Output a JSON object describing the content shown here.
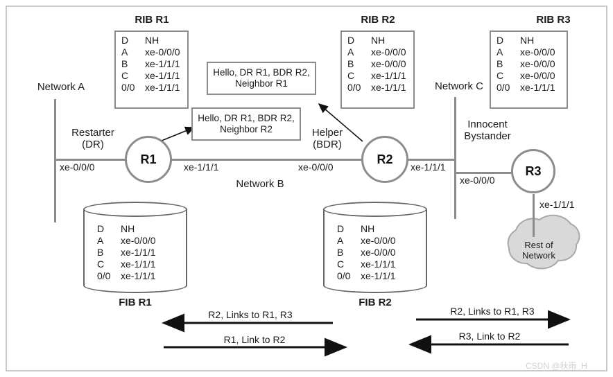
{
  "diagram": {
    "title": "OSPF Graceful Restart topology with RIB/FIB tables",
    "watermark": "CSDN @秋雨_H",
    "colors": {
      "line": "#8c8c8c",
      "box_border": "#8c8c8c",
      "arrow": "#111111",
      "cloud_fill": "#d9d9d9",
      "frame": "#c9c9c9",
      "text": "#1a1a1a"
    }
  },
  "rib_tables": [
    {
      "title": "RIB R1",
      "header": {
        "d": "D",
        "nh": "NH"
      },
      "rows": [
        {
          "d": "A",
          "nh": "xe-0/0/0"
        },
        {
          "d": "B",
          "nh": "xe-1/1/1"
        },
        {
          "d": "C",
          "nh": "xe-1/1/1"
        },
        {
          "d": "0/0",
          "nh": "xe-1/1/1"
        }
      ]
    },
    {
      "title": "RIB R2",
      "header": {
        "d": "D",
        "nh": "NH"
      },
      "rows": [
        {
          "d": "A",
          "nh": "xe-0/0/0"
        },
        {
          "d": "B",
          "nh": "xe-0/0/0"
        },
        {
          "d": "C",
          "nh": "xe-1/1/1"
        },
        {
          "d": "0/0",
          "nh": "xe-1/1/1"
        }
      ]
    },
    {
      "title": "RIB R3",
      "header": {
        "d": "D",
        "nh": "NH"
      },
      "rows": [
        {
          "d": "A",
          "nh": "xe-0/0/0"
        },
        {
          "d": "B",
          "nh": "xe-0/0/0"
        },
        {
          "d": "C",
          "nh": "xe-0/0/0"
        },
        {
          "d": "0/0",
          "nh": "xe-1/1/1"
        }
      ]
    }
  ],
  "fib_tables": [
    {
      "title": "FIB R1",
      "header": {
        "d": "D",
        "nh": "NH"
      },
      "rows": [
        {
          "d": "A",
          "nh": "xe-0/0/0"
        },
        {
          "d": "B",
          "nh": "xe-1/1/1"
        },
        {
          "d": "C",
          "nh": "xe-1/1/1"
        },
        {
          "d": "0/0",
          "nh": "xe-1/1/1"
        }
      ]
    },
    {
      "title": "FIB R2",
      "header": {
        "d": "D",
        "nh": "NH"
      },
      "rows": [
        {
          "d": "A",
          "nh": "xe-0/0/0"
        },
        {
          "d": "B",
          "nh": "xe-0/0/0"
        },
        {
          "d": "C",
          "nh": "xe-1/1/1"
        },
        {
          "d": "0/0",
          "nh": "xe-1/1/1"
        }
      ]
    }
  ],
  "messages": [
    {
      "line1": "Hello, DR R1, BDR R2,",
      "line2": "Neighbor R1"
    },
    {
      "line1": "Hello, DR R1, BDR R2,",
      "line2": "Neighbor R2"
    }
  ],
  "routers": [
    {
      "name": "R1",
      "role_line1": "Restarter",
      "role_line2": "(DR)"
    },
    {
      "name": "R2",
      "role_line1": "Helper",
      "role_line2": "(BDR)"
    },
    {
      "name": "R3",
      "role_line1": "Innocent",
      "role_line2": "Bystander"
    }
  ],
  "networks": [
    {
      "label": "Network A"
    },
    {
      "label": "Network B"
    },
    {
      "label": "Network C"
    }
  ],
  "interfaces": {
    "r1_left": "xe-0/0/0",
    "r1_right": "xe-1/1/1",
    "r2_left": "xe-0/0/0",
    "r2_right": "xe-1/1/1",
    "r3_left": "xe-0/0/0",
    "r3_down": "xe-1/1/1"
  },
  "cloud": {
    "line1": "Rest of",
    "line2": "Network"
  },
  "arrows": [
    {
      "label": "R2, Links to R1, R3",
      "direction": "left"
    },
    {
      "label": "R1, Link to R2",
      "direction": "right"
    },
    {
      "label": "R2, Links to R1, R3",
      "direction": "right"
    },
    {
      "label": "R3, Link to R2",
      "direction": "left"
    }
  ]
}
